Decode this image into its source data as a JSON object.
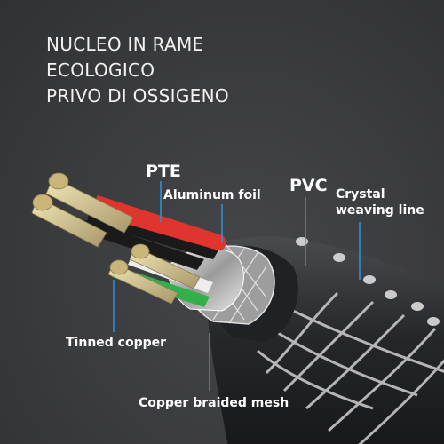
{
  "headline": {
    "line1": "NUCLEO IN RAME",
    "line2": "ECOLOGICO",
    "line3": "PRIVO DI OSSIGENO"
  },
  "labels": {
    "pte": "PTE",
    "aluminum_foil": "Aluminum foil",
    "pvc": "PVC",
    "crystal_line1": "Crystal",
    "crystal_line2": "weaving line",
    "tinned_copper": "Tinned copper",
    "copper_braided_mesh": "Copper braided mesh"
  },
  "colors": {
    "background": "#3a3b3d",
    "text": "#ffffff",
    "leader_line": "#2f8fd6",
    "wire_red": "#e0352e",
    "wire_green": "#34b04a",
    "wire_white": "#f0f0f0",
    "wire_black": "#1a1a1a",
    "copper_strands": "#d8c98a"
  }
}
